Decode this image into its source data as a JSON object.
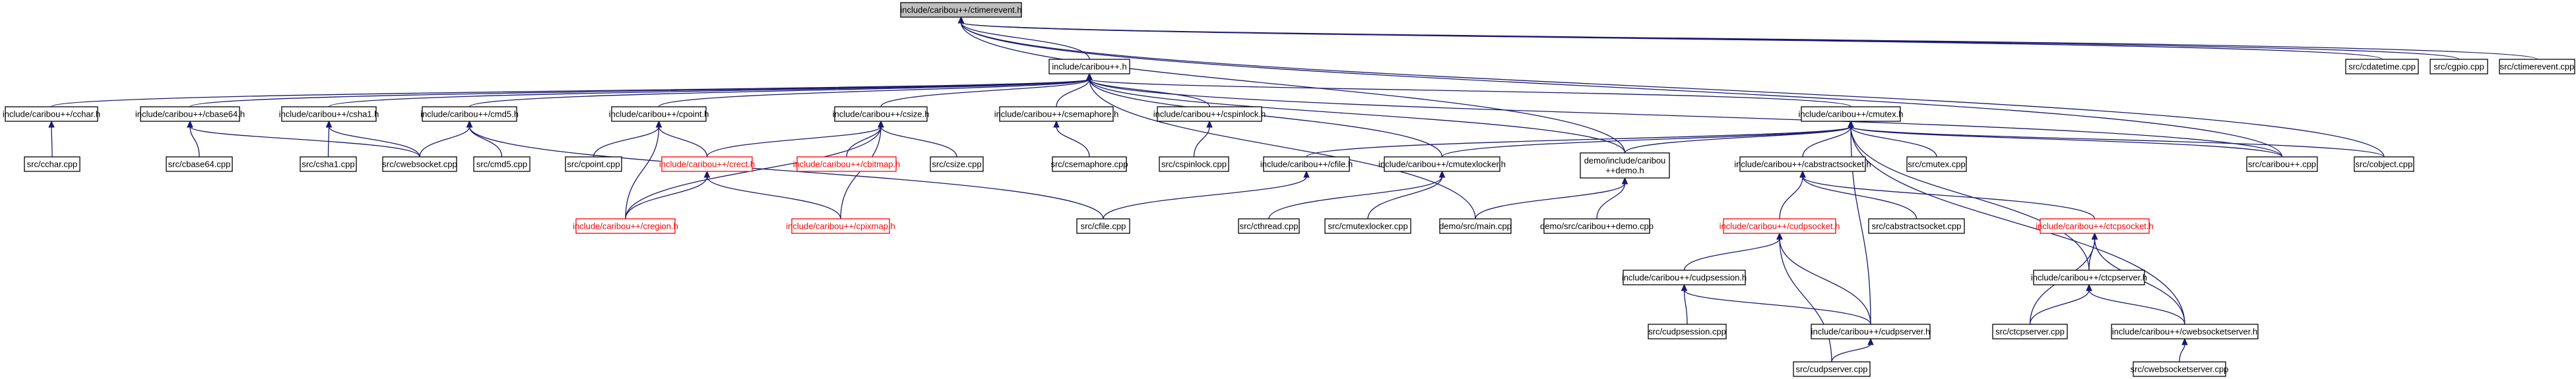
{
  "graph": {
    "nodes": [
      {
        "id": "ctimerevent_h",
        "label": "include/caribou++/ctimerevent.h",
        "highlight": true,
        "outline": "#000000"
      },
      {
        "id": "caribou_h",
        "label": "include/caribou++.h",
        "outline": "#000000"
      },
      {
        "id": "cdatetime_cpp",
        "label": "src/cdatetime.cpp",
        "outline": "#000000"
      },
      {
        "id": "cgpio_cpp",
        "label": "src/cgpio.cpp",
        "outline": "#000000"
      },
      {
        "id": "ctimerevent_cpp",
        "label": "src/ctimerevent.cpp",
        "outline": "#000000"
      },
      {
        "id": "cchar_h",
        "label": "include/caribou++/cchar.h",
        "outline": "#000000"
      },
      {
        "id": "cbase64_h",
        "label": "include/caribou++/cbase64.h",
        "outline": "#000000"
      },
      {
        "id": "csha1_h",
        "label": "include/caribou++/csha1.h",
        "outline": "#000000"
      },
      {
        "id": "cmd5_h",
        "label": "include/caribou++/cmd5.h",
        "outline": "#000000"
      },
      {
        "id": "cpoint_h",
        "label": "include/caribou++/cpoint.h",
        "outline": "#000000"
      },
      {
        "id": "csize_h",
        "label": "include/caribou++/csize.h",
        "outline": "#000000"
      },
      {
        "id": "csemaphore_h",
        "label": "include/caribou++/csemaphore.h",
        "outline": "#000000"
      },
      {
        "id": "cspinlock_h",
        "label": "include/caribou++/cspinlock.h",
        "outline": "#000000"
      },
      {
        "id": "cmutex_h",
        "label": "include/caribou++/cmutex.h",
        "outline": "#000000"
      },
      {
        "id": "cchar_cpp",
        "label": "src/cchar.cpp",
        "outline": "#000000"
      },
      {
        "id": "cbase64_cpp",
        "label": "src/cbase64.cpp",
        "outline": "#000000"
      },
      {
        "id": "csha1_cpp",
        "label": "src/csha1.cpp",
        "outline": "#000000"
      },
      {
        "id": "cwebsocket_cpp",
        "label": "src/cwebsocket.cpp",
        "outline": "#000000"
      },
      {
        "id": "cmd5_cpp",
        "label": "src/cmd5.cpp",
        "outline": "#000000"
      },
      {
        "id": "cpoint_cpp",
        "label": "src/cpoint.cpp",
        "outline": "#000000"
      },
      {
        "id": "crect_h",
        "label": "include/caribou++/crect.h",
        "outline": "#ff0000"
      },
      {
        "id": "cbitmap_h",
        "label": "include/caribou++/cbitmap.h",
        "outline": "#ff0000"
      },
      {
        "id": "csize_cpp",
        "label": "src/csize.cpp",
        "outline": "#000000"
      },
      {
        "id": "csemaphore_cpp",
        "label": "src/csemaphore.cpp",
        "outline": "#000000"
      },
      {
        "id": "cspinlock_cpp",
        "label": "src/cspinlock.cpp",
        "outline": "#000000"
      },
      {
        "id": "cregion_h",
        "label": "include/caribou++/cregion.h",
        "outline": "#ff0000"
      },
      {
        "id": "cpixmap_h",
        "label": "include/caribou++/cpixmap.h",
        "outline": "#ff0000"
      },
      {
        "id": "cfile_h",
        "label": "include/caribou++/cfile.h",
        "outline": "#000000"
      },
      {
        "id": "cmutexlocker_h",
        "label": "include/caribou++/cmutexlocker.h",
        "outline": "#000000"
      },
      {
        "id": "demo_h",
        "label": "demo/include/caribou\n++demo.h",
        "outline": "#000000"
      },
      {
        "id": "cabstractsocket_h",
        "label": "include/caribou++/cabstractsocket.h",
        "outline": "#000000"
      },
      {
        "id": "cmutex_cpp",
        "label": "src/cmutex.cpp",
        "outline": "#000000"
      },
      {
        "id": "caribou_cpp",
        "label": "src/caribou++.cpp",
        "outline": "#000000"
      },
      {
        "id": "cobject_cpp",
        "label": "src/cobject.cpp",
        "outline": "#000000"
      },
      {
        "id": "cfile_cpp",
        "label": "src/cfile.cpp",
        "outline": "#000000"
      },
      {
        "id": "cthread_cpp",
        "label": "src/cthread.cpp",
        "outline": "#000000"
      },
      {
        "id": "cmutexlocker_cpp",
        "label": "src/cmutexlocker.cpp",
        "outline": "#000000"
      },
      {
        "id": "demo_main_cpp",
        "label": "demo/src/main.cpp",
        "outline": "#000000"
      },
      {
        "id": "demo_cpp",
        "label": "demo/src/caribou++demo.cpp",
        "outline": "#000000"
      },
      {
        "id": "cudpsocket_h",
        "label": "include/caribou++/cudpsocket.h",
        "outline": "#ff0000"
      },
      {
        "id": "cabstractsocket_cpp",
        "label": "src/cabstractsocket.cpp",
        "outline": "#000000"
      },
      {
        "id": "ctcpsocket_h",
        "label": "include/caribou++/ctcpsocket.h",
        "outline": "#ff0000"
      },
      {
        "id": "cudpsession_h",
        "label": "include/caribou++/cudpsession.h",
        "outline": "#000000"
      },
      {
        "id": "ctcpserver_h",
        "label": "include/caribou++/ctcpserver.h",
        "outline": "#000000"
      },
      {
        "id": "cudpsession_cpp",
        "label": "src/cudpsession.cpp",
        "outline": "#000000"
      },
      {
        "id": "cudpserver_h",
        "label": "include/caribou++/cudpserver.h",
        "outline": "#000000"
      },
      {
        "id": "ctcpserver_cpp",
        "label": "src/ctcpserver.cpp",
        "outline": "#000000"
      },
      {
        "id": "cwebsocketserver_h",
        "label": "include/caribou++/cwebsocketserver.h",
        "outline": "#000000"
      },
      {
        "id": "cudpserver_cpp",
        "label": "src/cudpserver.cpp",
        "outline": "#000000"
      },
      {
        "id": "cwebsocketserver_cpp",
        "label": "src/cwebsocketserver.cpp",
        "outline": "#000000"
      }
    ],
    "edges": [
      [
        "caribou_h",
        "ctimerevent_h"
      ],
      [
        "cdatetime_cpp",
        "ctimerevent_h"
      ],
      [
        "cgpio_cpp",
        "ctimerevent_h"
      ],
      [
        "ctimerevent_cpp",
        "ctimerevent_h"
      ],
      [
        "demo_h",
        "ctimerevent_h"
      ],
      [
        "caribou_cpp",
        "ctimerevent_h"
      ],
      [
        "cobject_cpp",
        "ctimerevent_h"
      ],
      [
        "cchar_h",
        "caribou_h"
      ],
      [
        "cbase64_h",
        "caribou_h"
      ],
      [
        "csha1_h",
        "caribou_h"
      ],
      [
        "cmd5_h",
        "caribou_h"
      ],
      [
        "cpoint_h",
        "caribou_h"
      ],
      [
        "csize_h",
        "caribou_h"
      ],
      [
        "csemaphore_h",
        "caribou_h"
      ],
      [
        "cspinlock_h",
        "caribou_h"
      ],
      [
        "cmutex_h",
        "caribou_h"
      ],
      [
        "cmutexlocker_h",
        "caribou_h"
      ],
      [
        "demo_h",
        "caribou_h"
      ],
      [
        "demo_main_cpp",
        "caribou_h"
      ],
      [
        "caribou_cpp",
        "caribou_h"
      ],
      [
        "cchar_cpp",
        "cchar_h"
      ],
      [
        "cbase64_cpp",
        "cbase64_h"
      ],
      [
        "cwebsocket_cpp",
        "cbase64_h"
      ],
      [
        "csha1_cpp",
        "csha1_h"
      ],
      [
        "cwebsocket_cpp",
        "csha1_h"
      ],
      [
        "cmd5_cpp",
        "cmd5_h"
      ],
      [
        "cwebsocket_cpp",
        "cmd5_h"
      ],
      [
        "cfile_cpp",
        "cmd5_h"
      ],
      [
        "cpoint_cpp",
        "cpoint_h"
      ],
      [
        "crect_h",
        "cpoint_h"
      ],
      [
        "cregion_h",
        "cpoint_h"
      ],
      [
        "crect_h",
        "csize_h"
      ],
      [
        "cbitmap_h",
        "csize_h"
      ],
      [
        "csize_cpp",
        "csize_h"
      ],
      [
        "cregion_h",
        "csize_h"
      ],
      [
        "cpixmap_h",
        "csize_h"
      ],
      [
        "csemaphore_cpp",
        "csemaphore_h"
      ],
      [
        "cspinlock_cpp",
        "cspinlock_h"
      ],
      [
        "cregion_h",
        "crect_h"
      ],
      [
        "cpixmap_h",
        "crect_h"
      ],
      [
        "cfile_h",
        "cmutex_h"
      ],
      [
        "cmutexlocker_h",
        "cmutex_h"
      ],
      [
        "demo_h",
        "cmutex_h"
      ],
      [
        "cabstractsocket_h",
        "cmutex_h"
      ],
      [
        "cmutex_cpp",
        "cmutex_h"
      ],
      [
        "caribou_cpp",
        "cmutex_h"
      ],
      [
        "cobject_cpp",
        "cmutex_h"
      ],
      [
        "cudpserver_h",
        "cmutex_h"
      ],
      [
        "ctcpserver_h",
        "cmutex_h"
      ],
      [
        "cwebsocketserver_h",
        "cmutex_h"
      ],
      [
        "cfile_cpp",
        "cfile_h"
      ],
      [
        "cthread_cpp",
        "cmutexlocker_h"
      ],
      [
        "cmutexlocker_cpp",
        "cmutexlocker_h"
      ],
      [
        "demo_main_cpp",
        "demo_h"
      ],
      [
        "demo_cpp",
        "demo_h"
      ],
      [
        "cudpsocket_h",
        "cabstractsocket_h"
      ],
      [
        "cabstractsocket_cpp",
        "cabstractsocket_h"
      ],
      [
        "ctcpsocket_h",
        "cabstractsocket_h"
      ],
      [
        "cudpsession_h",
        "cudpsocket_h"
      ],
      [
        "cudpserver_h",
        "cudpsocket_h"
      ],
      [
        "cudpserver_cpp",
        "cudpsocket_h"
      ],
      [
        "ctcpserver_h",
        "ctcpsocket_h"
      ],
      [
        "ctcpserver_cpp",
        "ctcpsocket_h"
      ],
      [
        "cwebsocketserver_h",
        "ctcpsocket_h"
      ],
      [
        "cudpsession_cpp",
        "cudpsession_h"
      ],
      [
        "cudpserver_h",
        "cudpsession_h"
      ],
      [
        "ctcpserver_cpp",
        "ctcpserver_h"
      ],
      [
        "cwebsocketserver_h",
        "ctcpserver_h"
      ],
      [
        "cudpserver_cpp",
        "cudpserver_h"
      ],
      [
        "cwebsocketserver_cpp",
        "cwebsocketserver_h"
      ]
    ]
  }
}
